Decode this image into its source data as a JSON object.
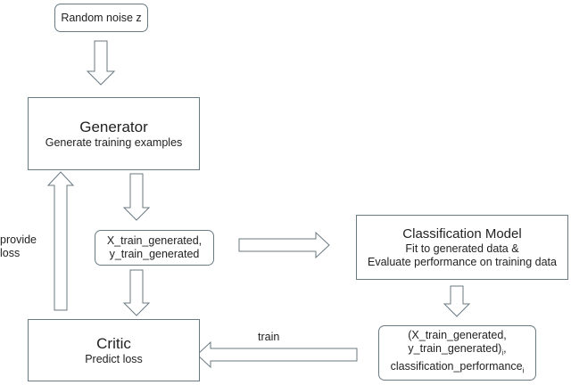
{
  "noise": {
    "label": "Random noise z"
  },
  "generator": {
    "title": "Generator",
    "subtitle": "Generate training examples"
  },
  "generated": {
    "line1": "X_train_generated,",
    "line2": "y_train_generated"
  },
  "classifier": {
    "title": "Classification Model",
    "line1": "Fit to generated data &",
    "line2": "Evaluate performance on training data"
  },
  "performance": {
    "line1": "(X_train_generated,",
    "line2": "y_train_generated)",
    "line2_sub": "i",
    "line2_tail": ",",
    "line3": "classification_performance",
    "line3_sub": "i"
  },
  "critic": {
    "title": "Critic",
    "subtitle": "Predict loss"
  },
  "labels": {
    "provide_line1": "provide",
    "provide_line2": "loss",
    "train": "train"
  }
}
